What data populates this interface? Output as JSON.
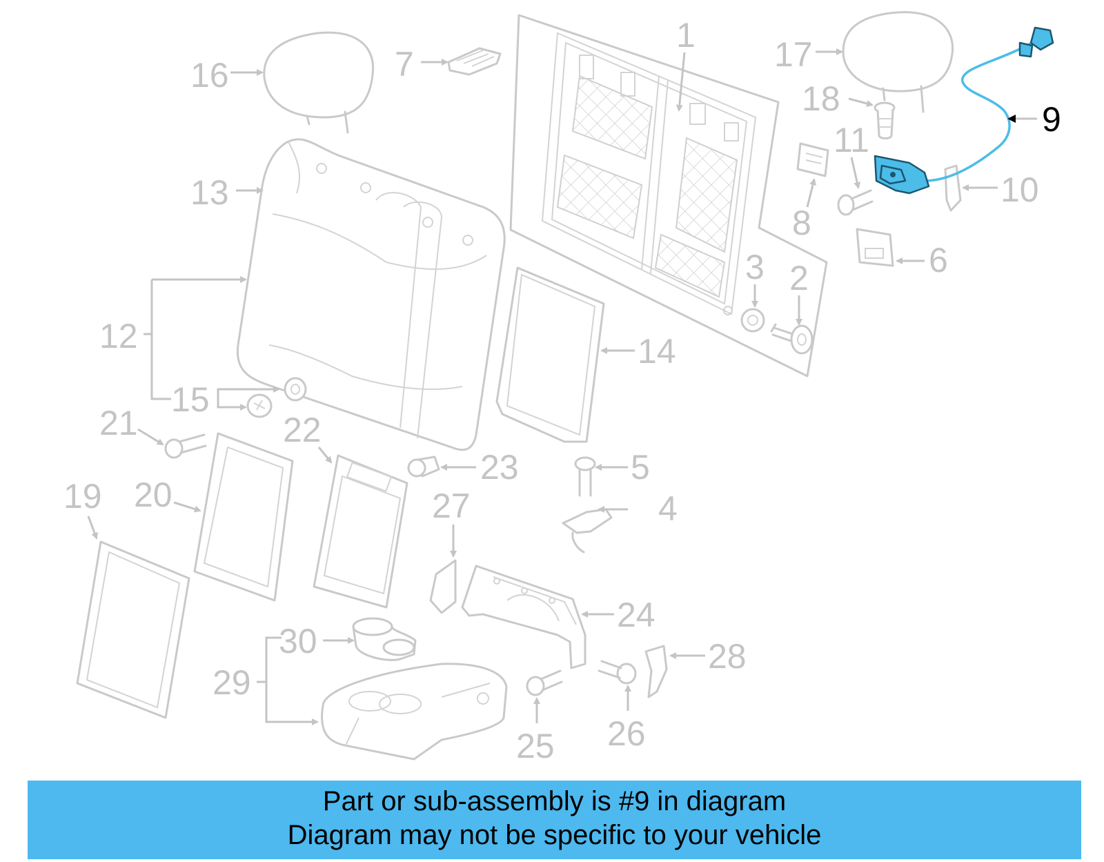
{
  "diagram": {
    "highlighted_part": "9",
    "highlight_color": "#4db9ef",
    "callouts": [
      {
        "id": "c1",
        "label": "1"
      },
      {
        "id": "c2",
        "label": "2"
      },
      {
        "id": "c3",
        "label": "3"
      },
      {
        "id": "c4",
        "label": "4"
      },
      {
        "id": "c5",
        "label": "5"
      },
      {
        "id": "c6",
        "label": "6"
      },
      {
        "id": "c7",
        "label": "7"
      },
      {
        "id": "c8",
        "label": "8"
      },
      {
        "id": "c9",
        "label": "9"
      },
      {
        "id": "c10",
        "label": "10"
      },
      {
        "id": "c11",
        "label": "11"
      },
      {
        "id": "c12",
        "label": "12"
      },
      {
        "id": "c13",
        "label": "13"
      },
      {
        "id": "c14",
        "label": "14"
      },
      {
        "id": "c15",
        "label": "15"
      },
      {
        "id": "c16",
        "label": "16"
      },
      {
        "id": "c17",
        "label": "17"
      },
      {
        "id": "c18",
        "label": "18"
      },
      {
        "id": "c19",
        "label": "19"
      },
      {
        "id": "c20",
        "label": "20"
      },
      {
        "id": "c21",
        "label": "21"
      },
      {
        "id": "c22",
        "label": "22"
      },
      {
        "id": "c23",
        "label": "23"
      },
      {
        "id": "c24",
        "label": "24"
      },
      {
        "id": "c25",
        "label": "25"
      },
      {
        "id": "c26",
        "label": "26"
      },
      {
        "id": "c27",
        "label": "27"
      },
      {
        "id": "c28",
        "label": "28"
      },
      {
        "id": "c29",
        "label": "29"
      },
      {
        "id": "c30",
        "label": "30"
      }
    ]
  },
  "banner": {
    "line1": "Part or sub-assembly is #9 in diagram",
    "line2": "Diagram may not be specific to your vehicle",
    "background": "#4db9ef"
  }
}
